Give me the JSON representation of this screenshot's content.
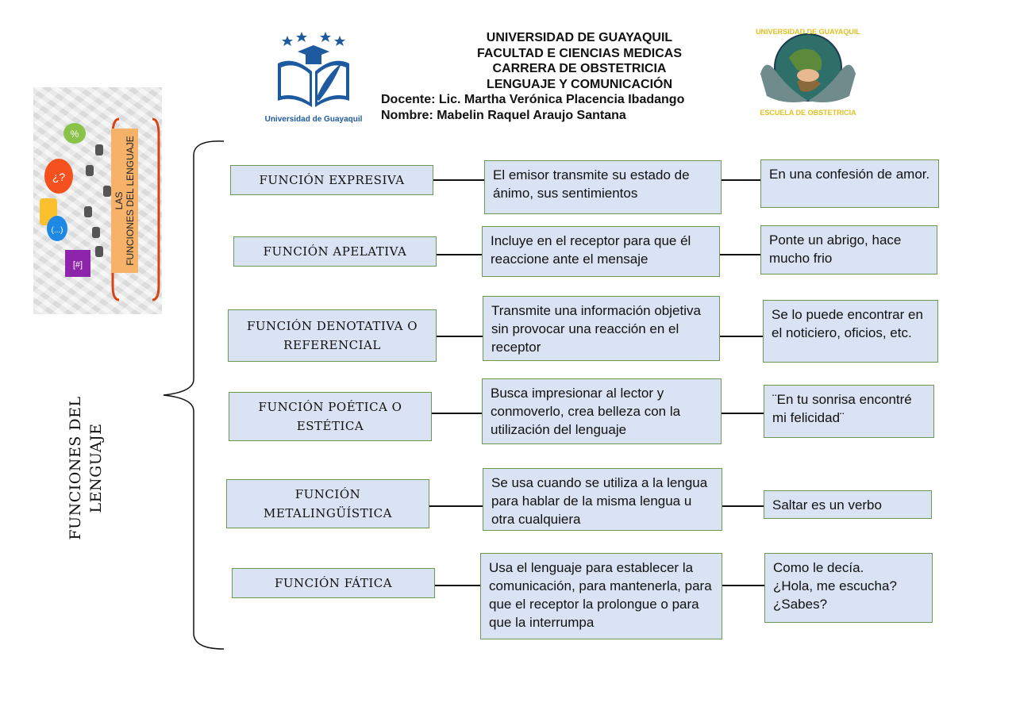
{
  "header": {
    "lines": [
      "UNIVERSIDAD DE GUAYAQUIL",
      "FACULTAD E CIENCIAS MEDICAS",
      "CARRERA DE OBSTETRICIA",
      "LENGUAJE Y COMUNICACIÓN"
    ],
    "docente": "Docente: Lic. Martha Verónica Placencia Ibadango",
    "nombre": "Nombre: Mabelin Raquel Araujo Santana"
  },
  "logo_left": {
    "caption": "Universidad de Guayaquil"
  },
  "logo_right": {
    "top_text": "UNIVERSIDAD DE GUAYAQUIL",
    "bottom_text": "ESCUELA DE OBSTETRICIA"
  },
  "thumbnail": {
    "title_line1": "LAS",
    "title_line2": "FUNCIONES DEL LENGUAJE"
  },
  "main_title": {
    "line1": "FUNCIONES DEL",
    "line2": "LENGUAJE"
  },
  "functions": [
    {
      "name": "FUNCIÓN EXPRESIVA",
      "definition": "El emisor transmite su estado de ánimo, sus sentimientos",
      "example": "En una confesión de amor."
    },
    {
      "name": "FUNCIÓN APELATIVA",
      "definition": "Incluye en el receptor para que él reaccione ante el mensaje",
      "example": "Ponte un abrigo, hace mucho frio"
    },
    {
      "name": "FUNCIÓN DENOTATIVA O REFERENCIAL",
      "definition": "Transmite una información objetiva sin provocar una reacción en el receptor",
      "example": "Se lo puede encontrar en el noticiero, oficios, etc."
    },
    {
      "name": "FUNCIÓN POÉTICA O ESTÉTICA",
      "definition": "Busca impresionar al lector y conmoverlo, crea belleza con la utilización del lenguaje",
      "example": "¨En tu sonrisa encontré mi felicidad¨"
    },
    {
      "name": "FUNCIÓN METALINGÜÍSTICA",
      "definition": "Se usa cuando se utiliza a la lengua para hablar de la misma lengua u otra cualquiera",
      "example": "Saltar es un verbo"
    },
    {
      "name": "FUNCIÓN FÁTICA",
      "definition": "Usa el lenguaje para establecer la comunicación, para mantenerla, para que el receptor la prolongue o para que la interrumpa",
      "example": "Como le decía. ¿Hola, me escucha? ¿Sabes?"
    }
  ],
  "colors": {
    "box_fill": "#dae3f3",
    "box_border": "#6a9a52"
  }
}
